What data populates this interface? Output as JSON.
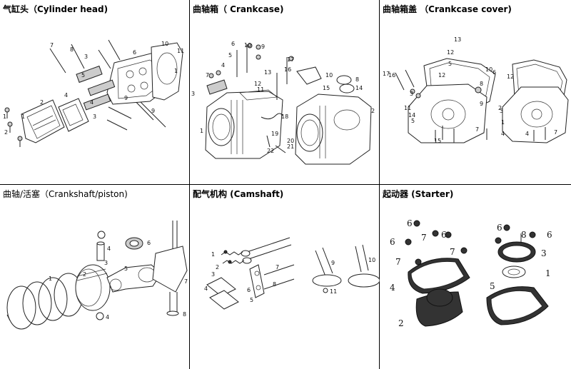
{
  "panels": {
    "cylinder_head": {
      "title": "气缸头（Cylinder head)",
      "labels": [
        "7",
        "8",
        "3",
        "6",
        "5",
        "9",
        "10",
        "11",
        "1",
        "2",
        "4",
        "1",
        "4",
        "3",
        "1",
        "2",
        "9"
      ]
    },
    "crankcase": {
      "title": "曲轴箱（ Crankcase)",
      "labels": [
        "6",
        "10",
        "9",
        "5",
        "4",
        "7",
        "3",
        "17",
        "16",
        "13",
        "12",
        "11",
        "10",
        "15",
        "14",
        "8",
        "18",
        "19",
        "2",
        "1",
        "20",
        "21",
        "22"
      ]
    },
    "crankcase_cover": {
      "title": "曲轴箱盖 （Crankcase cover)",
      "labels": [
        "13",
        "12",
        "5",
        "10",
        "17",
        "16",
        "12",
        "12",
        "6",
        "8",
        "2",
        "3",
        "1",
        "9",
        "4",
        "3",
        "11",
        "14",
        "5",
        "15",
        "7",
        "7",
        "4"
      ]
    },
    "crankshaft_piston": {
      "title": "曲轴/活塞（Crankshaft/piston)",
      "labels": [
        "4",
        "3",
        "6",
        "1",
        "2",
        "5",
        "7",
        "4",
        "8"
      ]
    },
    "camshaft": {
      "title": "配气机构 (Camshaft)",
      "labels": [
        "1",
        "2",
        "3",
        "4",
        "5",
        "6",
        "7",
        "8",
        "9",
        "10",
        "11"
      ]
    },
    "starter": {
      "title": "起动器 (Starter)",
      "labels": [
        "6",
        "6",
        "6",
        "7",
        "6",
        "8",
        "6",
        "7",
        "3",
        "1",
        "7",
        "4",
        "5",
        "2"
      ]
    }
  }
}
